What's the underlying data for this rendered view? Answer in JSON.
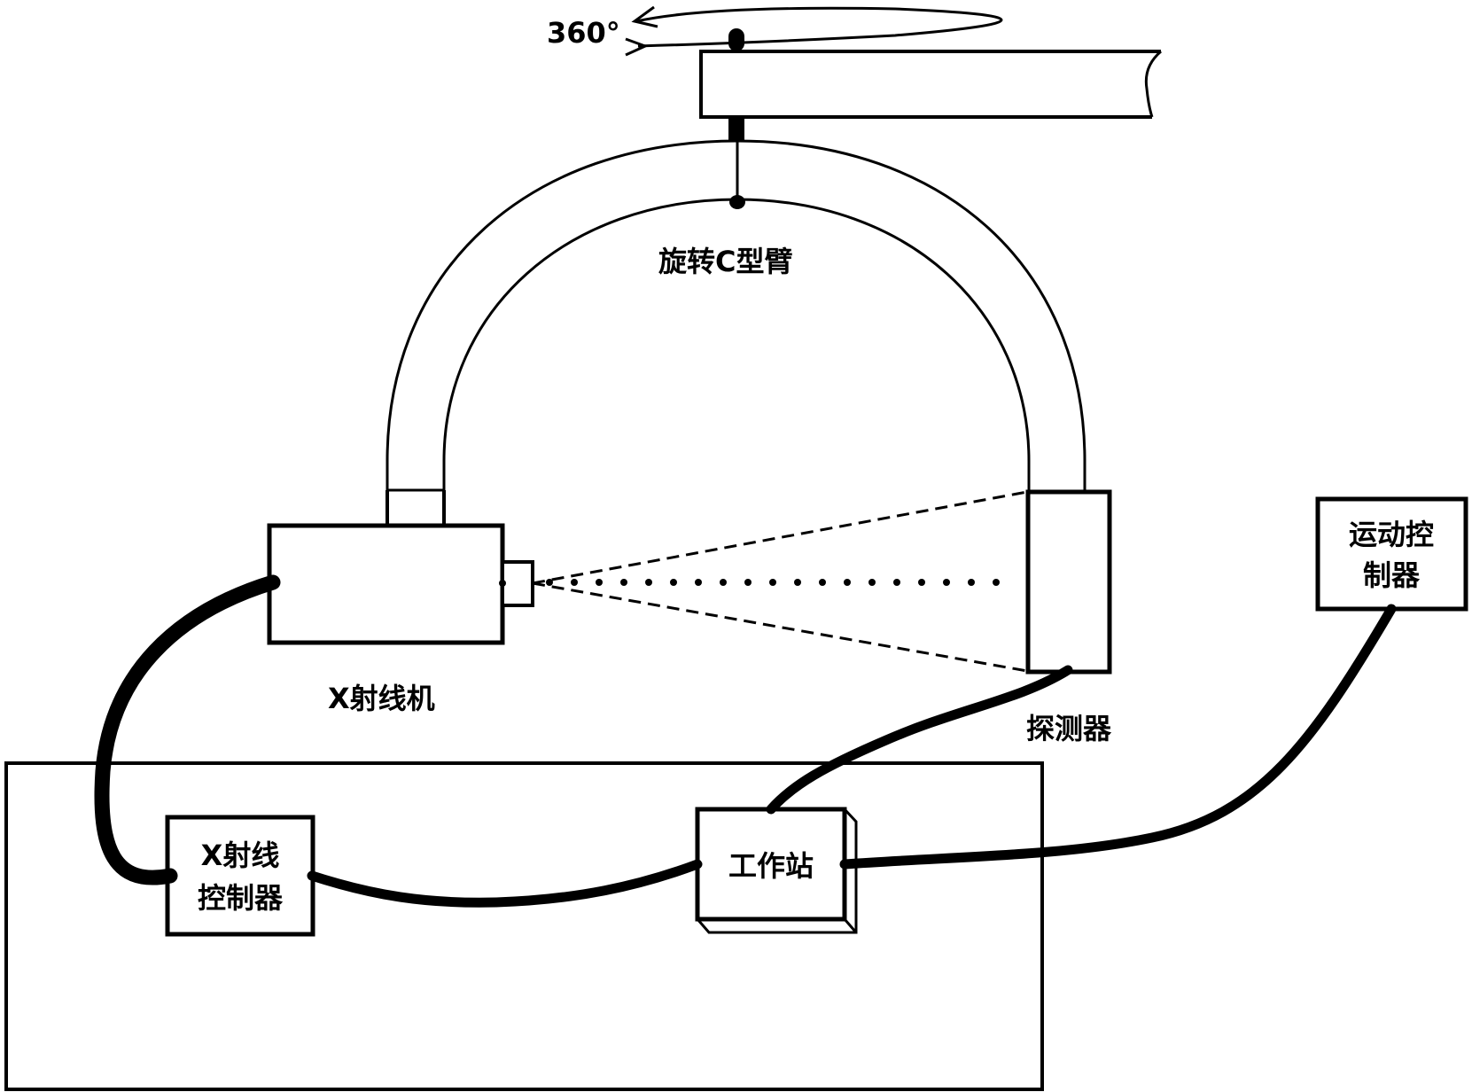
{
  "diagram": {
    "rotation_label": "360°",
    "labels": {
      "c_arm": "旋转C型臂",
      "xray_machine": "X射线机",
      "detector": "探测器",
      "xray_controller_line1": "X射线",
      "xray_controller_line2": "控制器",
      "workstation": "工作站",
      "motion_controller_line1": "运动控",
      "motion_controller_line2": "制器"
    },
    "colors": {
      "stroke": "#000000",
      "background": "#ffffff"
    }
  }
}
